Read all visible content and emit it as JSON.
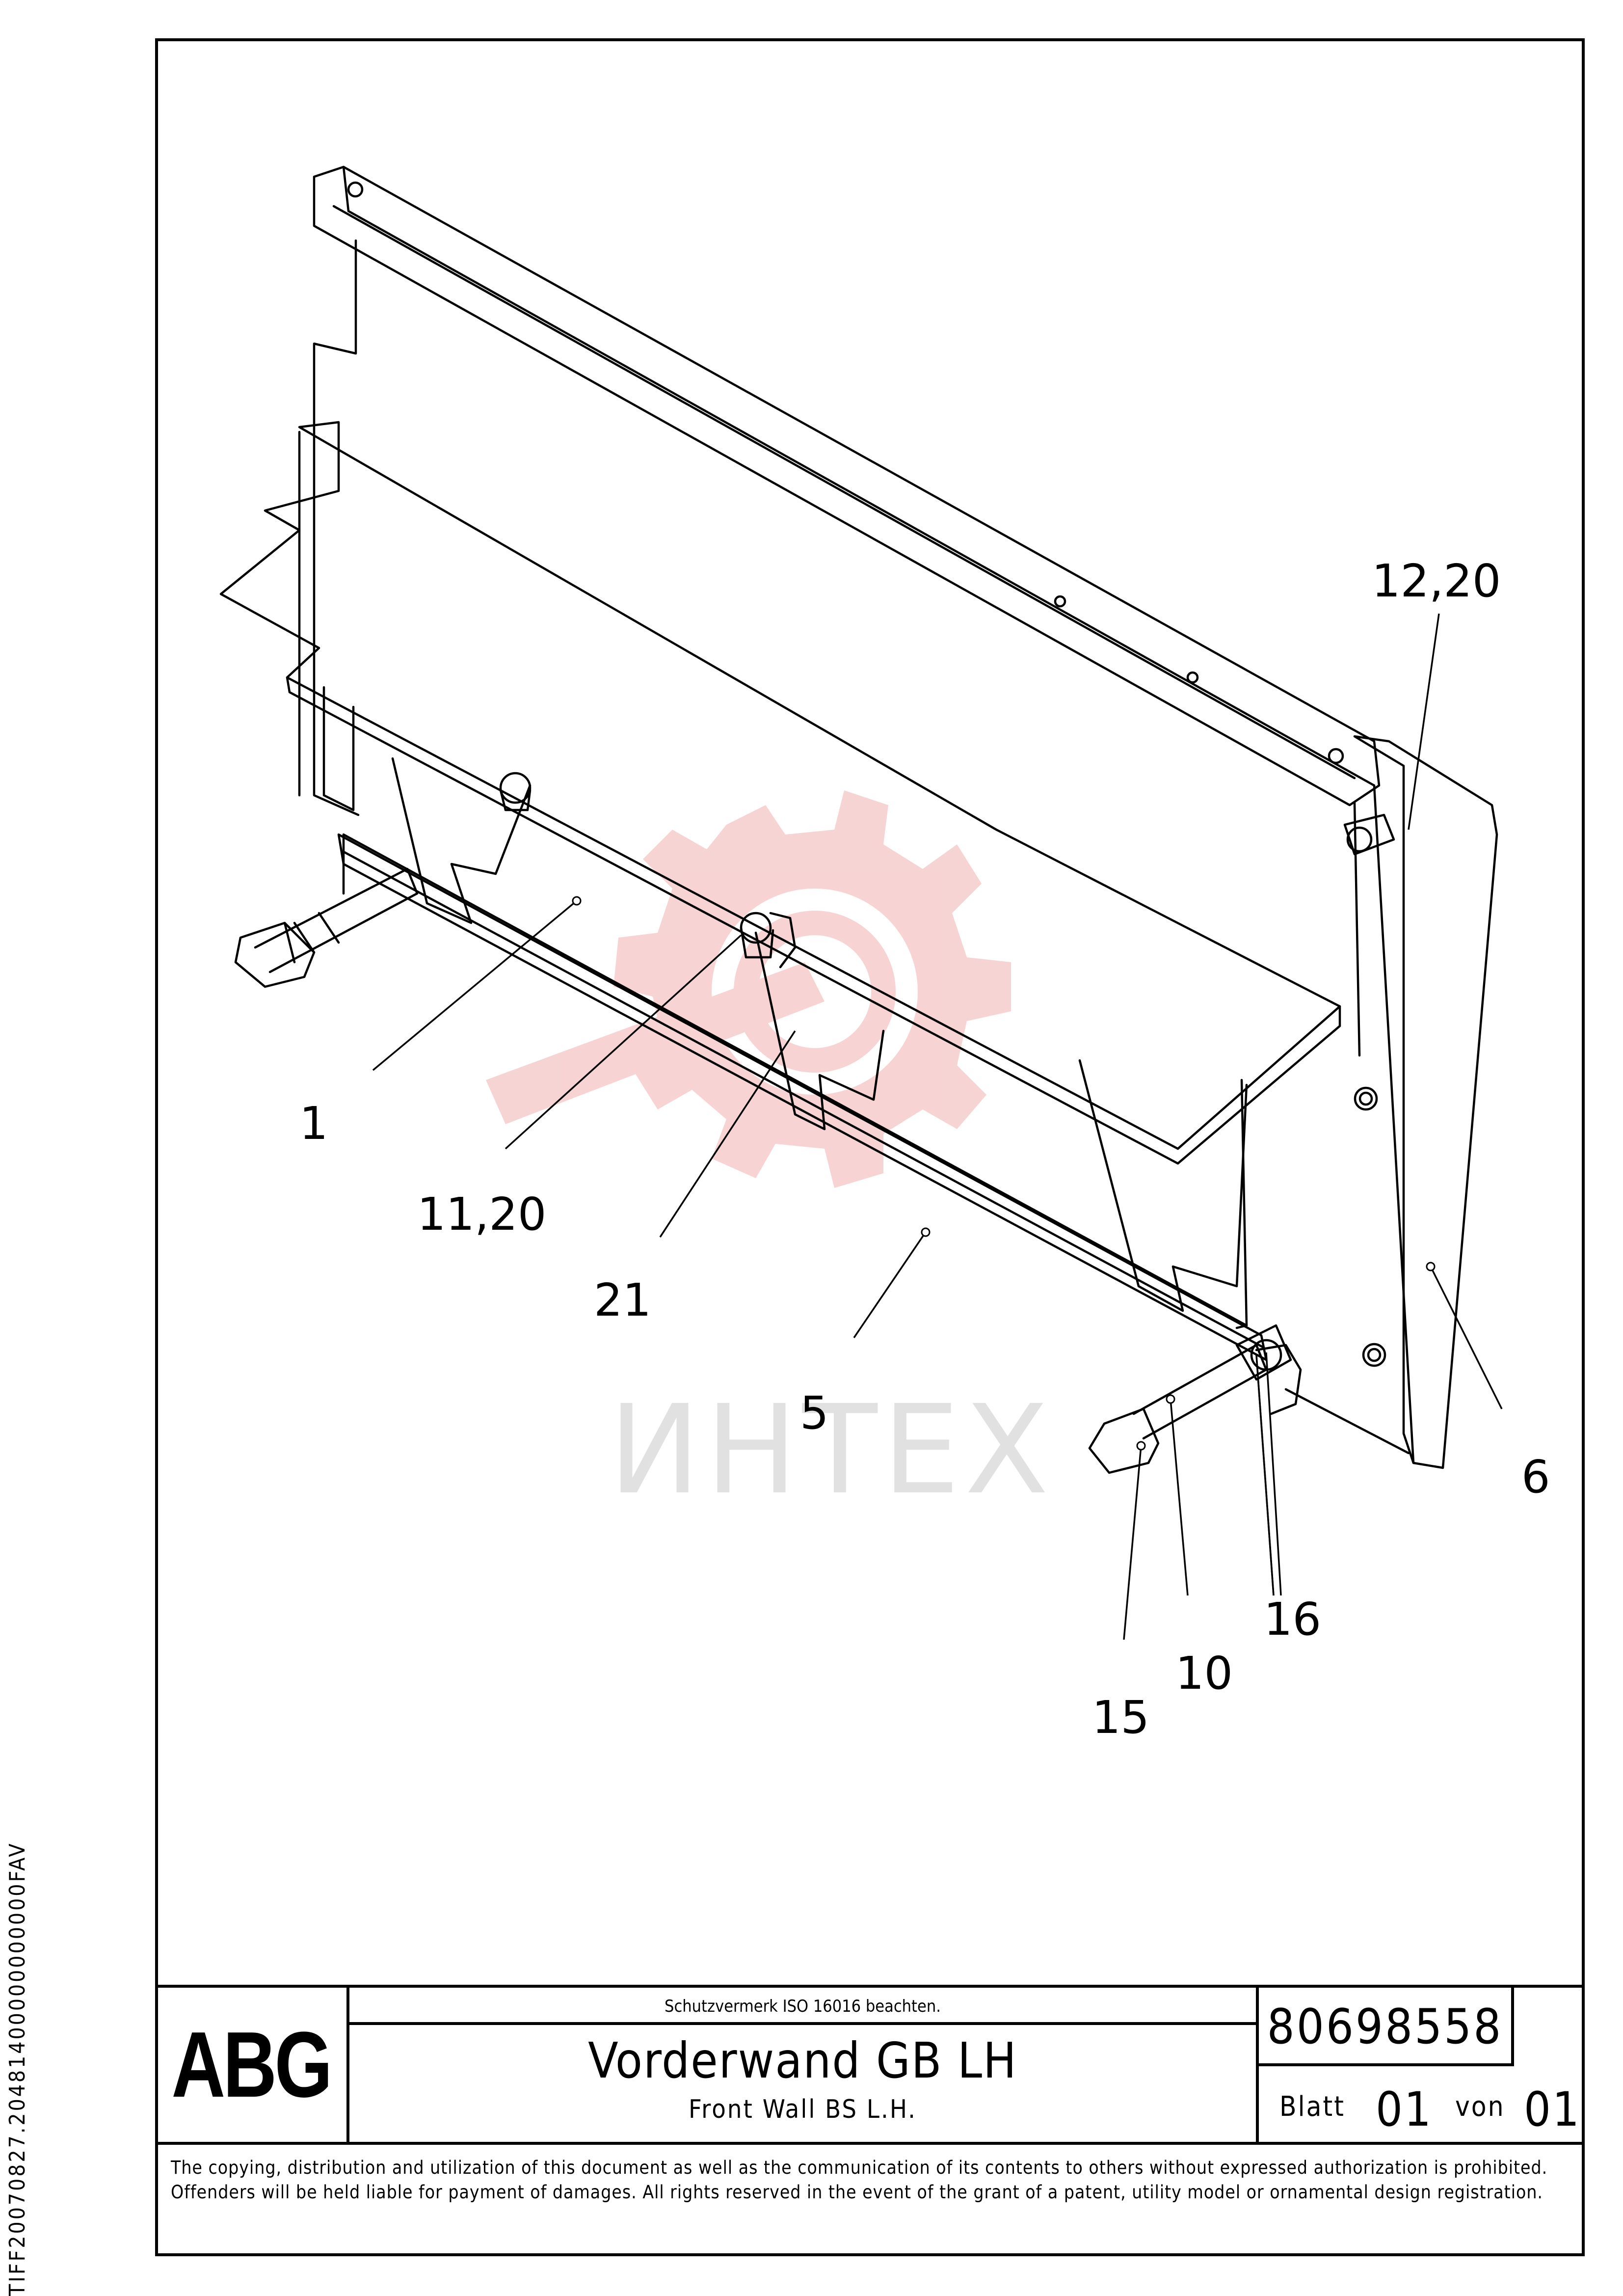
{
  "side_code": "TIFF20070827.20481400000000000FAV",
  "watermark": "ИНТЕХ",
  "callouts": [
    "12,20",
    "1",
    "11,20",
    "21",
    "5",
    "6",
    "16",
    "10",
    "15"
  ],
  "title_block": {
    "logo": "ABG",
    "protection_note": "Schutzvermerk ISO 16016 beachten.",
    "title_de": "Vorderwand GB LH",
    "title_en": "Front Wall  BS L.H.",
    "drawing_number": "80698558",
    "sheet_label": "Blatt",
    "sheet_number": "01",
    "of_label": "von",
    "sheet_total": "01",
    "notice": "The copying, distribution and utilization of this document as well as the communication of its contents to others without expressed authorization is prohibited. Offenders will be held liable for payment of damages. All rights reserved in the event of the grant of a patent, utility model or ornamental design registration."
  },
  "colors": {
    "line": "#000000",
    "watermark_red": "#f2c4c4",
    "watermark_gray": "#dddddd"
  }
}
